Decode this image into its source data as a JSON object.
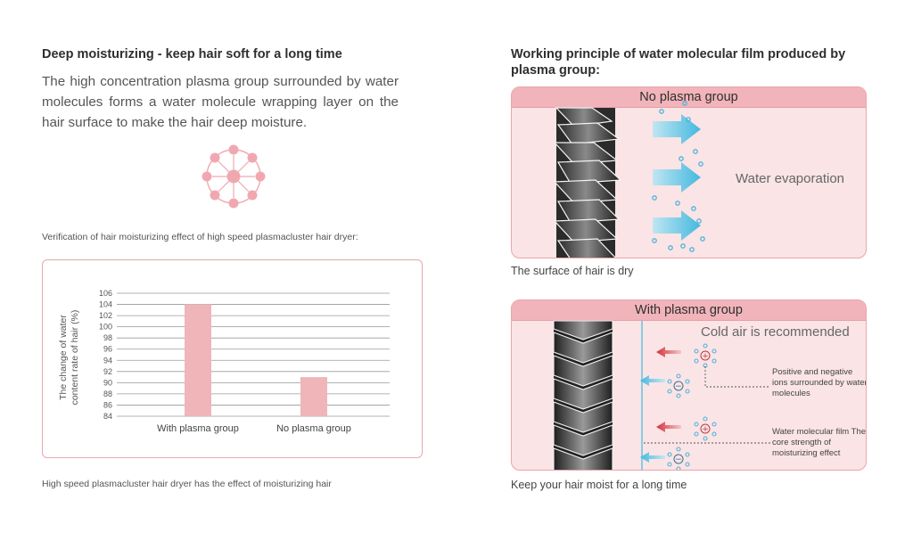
{
  "left": {
    "heading": "Deep moisturizing - keep hair soft for a long time",
    "description": "The high concentration plasma group surrounded by water molecules forms a water molecule wrapping layer on the hair surface to make the hair deep moisture.",
    "icon": "plasma-cluster-icon",
    "verification_caption": "Verification of hair moisturizing effect of high speed plasmacluster  hair dryer:",
    "bottom_caption": "High speed plasmacluster  hair dryer has the effect of moisturizing hair"
  },
  "chart_data": {
    "type": "bar",
    "categories": [
      "With plasma group",
      "No plasma group"
    ],
    "values": [
      104,
      91
    ],
    "ylabel_line1": "The change of water",
    "ylabel_line2": "content rate of hair (%)",
    "ylim": [
      84,
      106
    ],
    "yticks": [
      84,
      86,
      88,
      90,
      92,
      94,
      96,
      98,
      100,
      102,
      104,
      106
    ],
    "grid": true,
    "bar_color": "#efb5b9"
  },
  "right": {
    "heading": "Working principle of water molecular film produced by plasma group:",
    "panel_top": {
      "title": "No plasma group",
      "label": "Water evaporation",
      "caption": "The surface of hair is dry"
    },
    "panel_bottom": {
      "title": "With plasma group",
      "cold_air": "Cold air is recommended",
      "ions_label": "Positive and negative ions surrounded by water molecules",
      "film_label": "Water molecular film The core strength of moisturizing effect",
      "caption": "Keep your hair moist for a long time"
    }
  },
  "colors": {
    "panel_bg": "#fae4e5",
    "panel_header": "#f1b4ba",
    "panel_border": "#eaa5ab",
    "arrow_blue": "#6cc5e3",
    "arrow_red": "#d2323c",
    "icon_pink": "#f0a8b0"
  }
}
